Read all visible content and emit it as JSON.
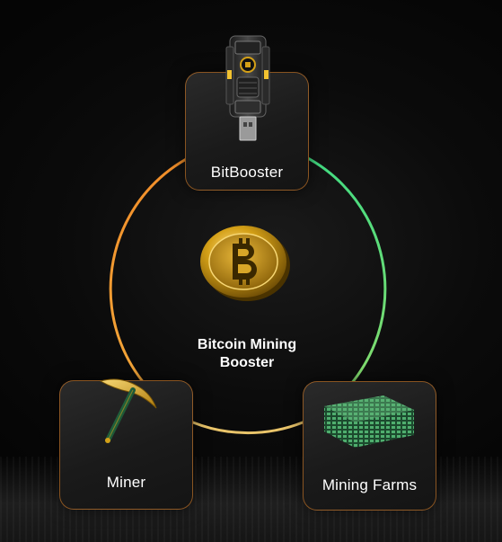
{
  "center": {
    "title_line1": "Bitcoin Mining",
    "title_line2": "Booster",
    "icon": "bitcoin-coin-icon"
  },
  "nodes": [
    {
      "label": "BitBooster",
      "icon": "usb-booster-device-icon"
    },
    {
      "label": "Miner",
      "icon": "pickaxe-icon"
    },
    {
      "label": "Mining Farms",
      "icon": "server-rack-farm-icon"
    }
  ],
  "colors": {
    "ring_orange": "#f28c28",
    "ring_green": "#3ddc84",
    "ring_yellow": "#e9c46a",
    "card_border": "#e8862a",
    "gold": "#d4a017",
    "text": "#ffffff"
  }
}
